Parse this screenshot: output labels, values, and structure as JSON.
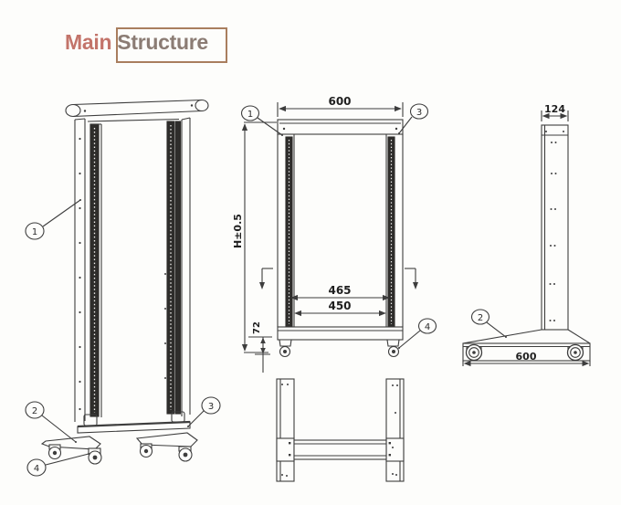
{
  "title": {
    "word1": "Main",
    "word2": "Structure"
  },
  "colors": {
    "title_word1": "#c3746a",
    "title_word2": "#8b7c74",
    "title_box_border": "#a97e5e",
    "drawing_line": "#3d3d3d",
    "rail_dark": "#2e2d2b",
    "background": "#fdfdfb"
  },
  "callouts": {
    "c1": "1",
    "c2": "2",
    "c3": "3",
    "c4": "4"
  },
  "front_view": {
    "top_width": "600",
    "height": "H±0.5",
    "rail_width_outer": "465",
    "rail_width_inner": "450",
    "caster_height": "72"
  },
  "side_view": {
    "post_depth": "124",
    "base_length": "600"
  }
}
